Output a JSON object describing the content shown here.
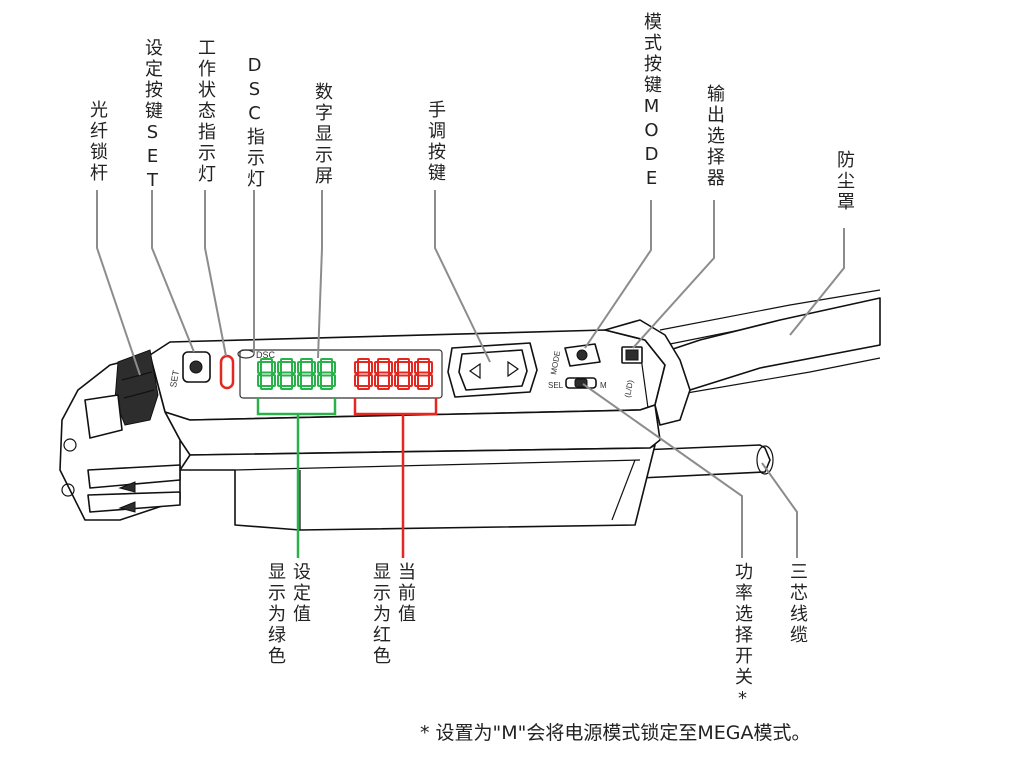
{
  "labels": {
    "fiber_lock_lever": "光纤锁杆",
    "set_button": "设定按键SET",
    "status_indicator": "工作状态指示灯",
    "dsc_indicator": "DSC指示灯",
    "digital_display": "数字显示屏",
    "manual_button": "手调按键",
    "mode_button": "模式按键MODE",
    "output_selector": "输出选择器",
    "dust_cover": "防尘罩",
    "three_core_cable": "三芯线缆",
    "power_switch": "功率选择开关*"
  },
  "display_notes": {
    "set_value_line1": "设定值",
    "set_value_line2": "显示为绿色",
    "current_value_line1": "当前值",
    "current_value_line2": "显示为红色"
  },
  "device_markings": {
    "set": "SET",
    "dsc": "DSC",
    "mode": "MODE",
    "sel": "SEL",
    "m": "M",
    "ld": "(L/D)",
    "digits_green": "8888",
    "digits_red": "8888"
  },
  "footnote": "* 设置为\"M\"会将电源模式锁定至MEGA模式。",
  "colors": {
    "set_value": "#2ab24a",
    "current_value": "#e32822",
    "leader_line": "#8c8c8c"
  }
}
